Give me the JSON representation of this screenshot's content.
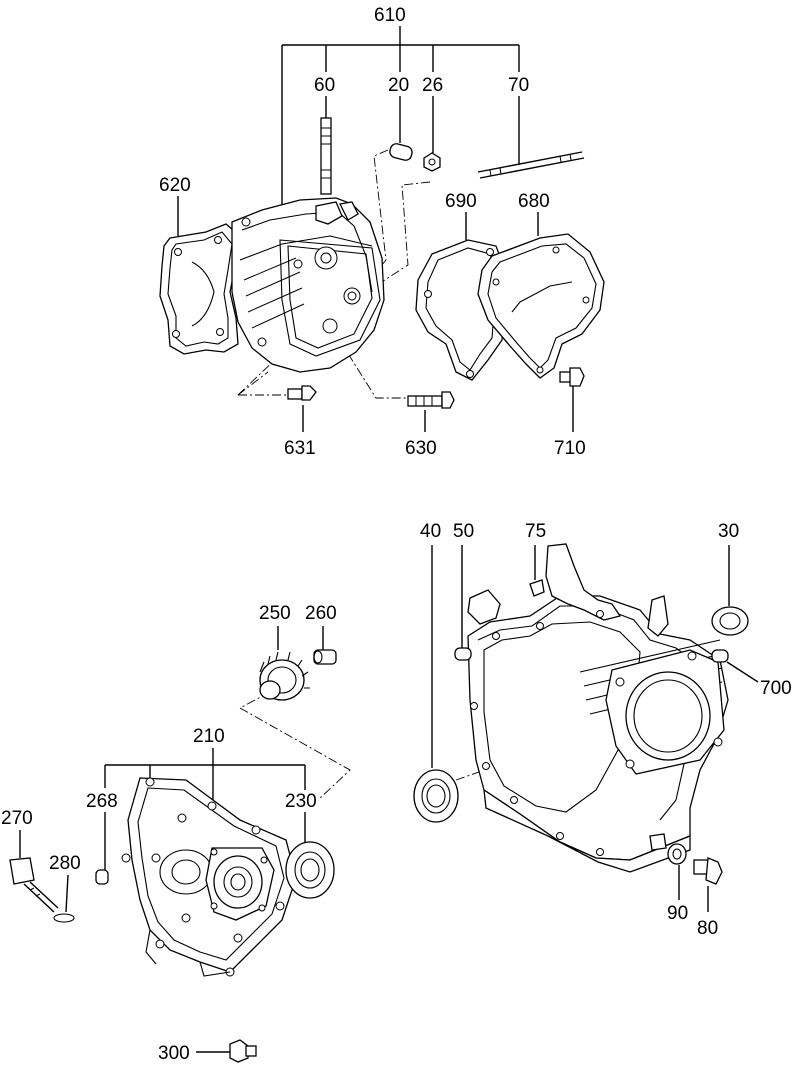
{
  "diagram": {
    "labels": [
      {
        "id": "610",
        "text": "610"
      },
      {
        "id": "60",
        "text": "60"
      },
      {
        "id": "20",
        "text": "20"
      },
      {
        "id": "26",
        "text": "26"
      },
      {
        "id": "70",
        "text": "70"
      },
      {
        "id": "620",
        "text": "620"
      },
      {
        "id": "690",
        "text": "690"
      },
      {
        "id": "680",
        "text": "680"
      },
      {
        "id": "631",
        "text": "631"
      },
      {
        "id": "630",
        "text": "630"
      },
      {
        "id": "710",
        "text": "710"
      },
      {
        "id": "40",
        "text": "40"
      },
      {
        "id": "50",
        "text": "50"
      },
      {
        "id": "75",
        "text": "75"
      },
      {
        "id": "30",
        "text": "30"
      },
      {
        "id": "700",
        "text": "700"
      },
      {
        "id": "250",
        "text": "250"
      },
      {
        "id": "260",
        "text": "260"
      },
      {
        "id": "210",
        "text": "210"
      },
      {
        "id": "268",
        "text": "268"
      },
      {
        "id": "230",
        "text": "230"
      },
      {
        "id": "270",
        "text": "270"
      },
      {
        "id": "280",
        "text": "280"
      },
      {
        "id": "90",
        "text": "90"
      },
      {
        "id": "80",
        "text": "80"
      },
      {
        "id": "300",
        "text": "300"
      }
    ]
  }
}
